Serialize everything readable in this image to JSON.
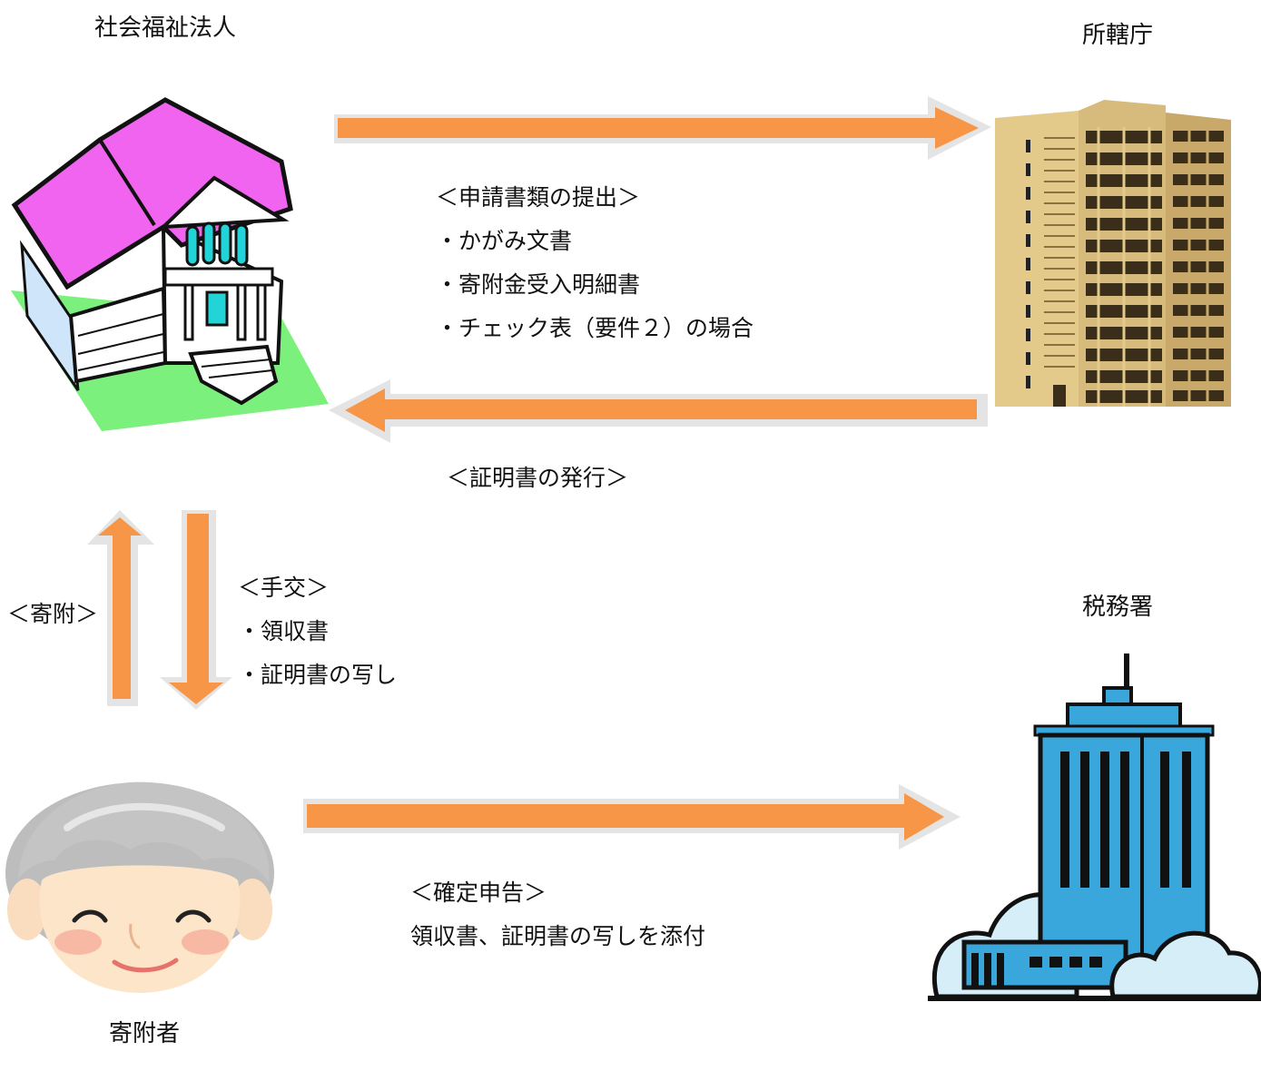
{
  "nodes": {
    "corporation": "社会福祉法人",
    "authority": "所轄庁",
    "tax_office": "税務署",
    "donor": "寄附者"
  },
  "flows": {
    "application": {
      "title": "＜申請書類の提出＞",
      "items": [
        "・かがみ文書",
        "・寄附金受入明細書",
        "・チェック表（要件２）の場合"
      ]
    },
    "issuance": {
      "title": "＜証明書の発行＞"
    },
    "donation": {
      "title": "＜寄附＞"
    },
    "handover": {
      "title": "＜手交＞",
      "items": [
        "・領収書",
        "・証明書の写し"
      ]
    },
    "tax_return": {
      "title": "＜確定申告＞",
      "note": "領収書、証明書の写しを添付"
    }
  },
  "colors": {
    "arrow_fill": "#F79646",
    "arrow_edge": "#E8E8E8",
    "roof": "#F064F0",
    "lawn": "#7CF07C",
    "tower": "#E3C98A",
    "office": "#3AA7DC",
    "cloud": "#D6EEF8"
  }
}
